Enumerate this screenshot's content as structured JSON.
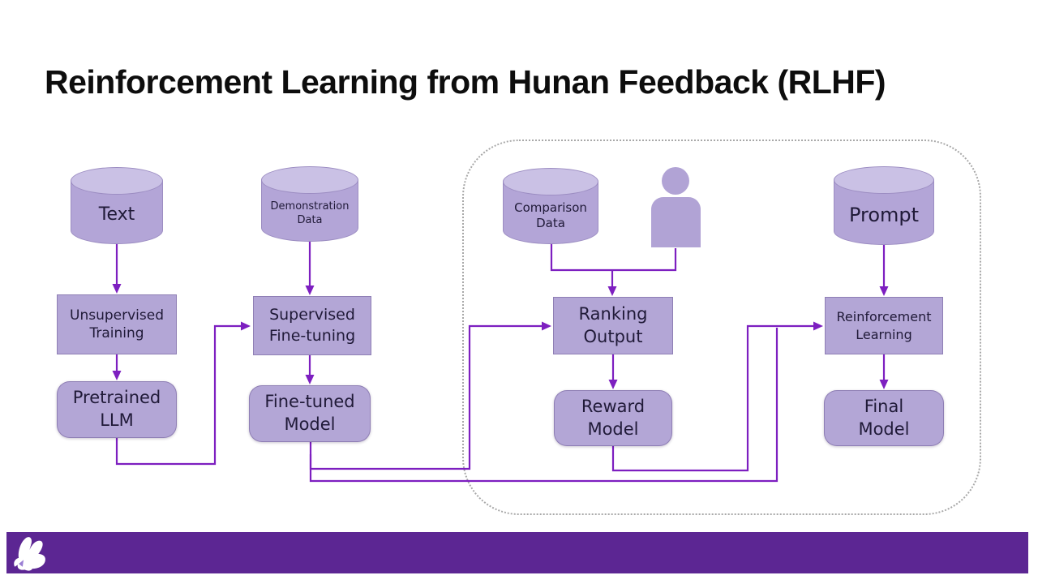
{
  "title": "Reinforcement Learning from Hunan Feedback (RLHF)",
  "colors": {
    "accent_purple": "#7d1fc0",
    "node_fill": "#b3a6d6",
    "cylinder_top_fill": "#cac1e5",
    "footer_bar_purple": "#5c2693",
    "dotted_border_gray": "#a8a8a8",
    "node_text": "#201a38",
    "background": "#ffffff"
  },
  "nodes": {
    "text_data": {
      "label": "Text"
    },
    "demonstration_data": {
      "label": "Demonstration\nData"
    },
    "comparison_data": {
      "label": "Comparison\nData"
    },
    "prompt": {
      "label": "Prompt"
    },
    "unsupervised_training": {
      "label": "Unsupervised\nTraining"
    },
    "supervised_fine_tuning": {
      "label": "Supervised\nFine-tuning"
    },
    "ranking_output": {
      "label": "Ranking\nOutput"
    },
    "reinforcement_learning": {
      "label": "Reinforcement\nLearning"
    },
    "pretrained_llm": {
      "label": "Pretrained\nLLM"
    },
    "fine_tuned_model": {
      "label": "Fine-tuned\nModel"
    },
    "reward_model": {
      "label": "Reward\nModel"
    },
    "final_model": {
      "label": "Final\nModel"
    }
  },
  "icons": {
    "human": "person-silhouette",
    "footer_logo": "white-hare-logo"
  }
}
